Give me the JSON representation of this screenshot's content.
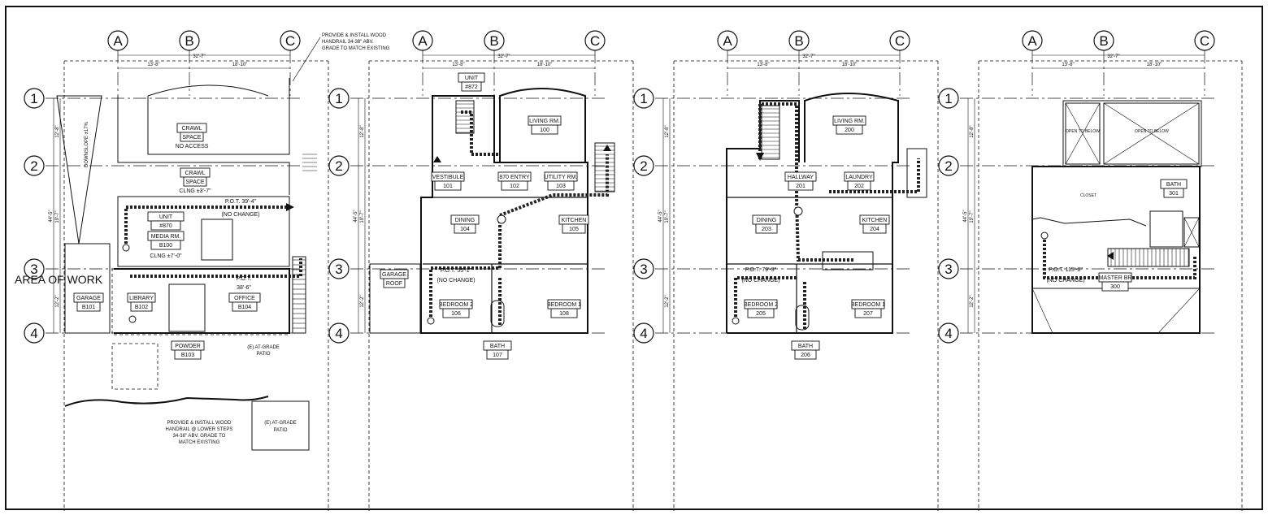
{
  "grid_letters": [
    "A",
    "B",
    "C"
  ],
  "grid_numbers": [
    "1",
    "2",
    "3",
    "4"
  ],
  "dims": {
    "overall_width": "32'-7\"",
    "bay_ab": "13'-8\"",
    "bay_bc": "18'-10\"",
    "overall_depth": "44'-5\"",
    "bay_12": "12'-8\"",
    "bay_23": "19'-7\"",
    "bay_34": "12'-2\""
  },
  "plans": [
    {
      "rooms": [
        {
          "name": "CRAWL",
          "num": "SPACE",
          "extra": "NO ACCESS"
        },
        {
          "name": "CRAWL",
          "num": "SPACE",
          "extra": "CLNG ±3'-7\""
        },
        {
          "name": "UNIT",
          "num": "#870",
          "extra": ""
        },
        {
          "name": "MEDIA RM.",
          "num": "B100",
          "extra": "CLNG ±7'-0\""
        },
        {
          "name": "GARAGE",
          "num": "B101",
          "extra": ""
        },
        {
          "name": "LIBRARY",
          "num": "B102",
          "extra": ""
        },
        {
          "name": "POWDER",
          "num": "B103",
          "extra": ""
        },
        {
          "name": "OFFICE",
          "num": "B104",
          "extra": ""
        }
      ],
      "pot": [
        {
          "line1": "P.O.T. 39'-4\"",
          "line2": "(NO CHANGE)"
        },
        {
          "line1": "P.O.T.",
          "line2": "38'-6\""
        }
      ],
      "notes": {
        "top": [
          "PROVIDE & INSTALL WOOD",
          "HANDRAIL 34-38\" ABV.",
          "GRADE TO MATCH EXISTING"
        ],
        "bottom": [
          "PROVIDE & INSTALL WOOD",
          "HANDRAIL @ LOWER STEPS",
          "34-38\" ABV. GRADE TO",
          "MATCH EXISTING"
        ],
        "patio1": [
          "(E) AT-GRADE",
          "PATIO"
        ],
        "patio2": [
          "(E) AT-GRADE",
          "PATIO"
        ],
        "downslope": "DOWNSLOPE ±17%",
        "area_of_work": "AREA OF WORK"
      }
    },
    {
      "rooms": [
        {
          "name": "UNIT",
          "num": "#872"
        },
        {
          "name": "LIVING RM.",
          "num": "100"
        },
        {
          "name": "VESTIBULE",
          "num": "101"
        },
        {
          "name": "870 ENTRY",
          "num": "102"
        },
        {
          "name": "UTILITY RM.",
          "num": "103"
        },
        {
          "name": "DINING",
          "num": "104"
        },
        {
          "name": "KITCHEN",
          "num": "105"
        },
        {
          "name": "GARAGE",
          "num": "ROOF"
        },
        {
          "name": "BEDROOM 2",
          "num": "106"
        },
        {
          "name": "BEDROOM 1",
          "num": "108"
        },
        {
          "name": "BATH",
          "num": "107"
        }
      ],
      "pot": {
        "line1": "P.O.T. 55'-1\"",
        "line2": "(NO CHANGE)"
      }
    },
    {
      "rooms": [
        {
          "name": "LIVING RM.",
          "num": "200"
        },
        {
          "name": "HALLWAY",
          "num": "201"
        },
        {
          "name": "LAUNDRY",
          "num": "202"
        },
        {
          "name": "DINING",
          "num": "203"
        },
        {
          "name": "KITCHEN",
          "num": "204"
        },
        {
          "name": "BEDROOM 2",
          "num": "205"
        },
        {
          "name": "BEDROOM 1",
          "num": "207"
        },
        {
          "name": "BATH",
          "num": "206"
        }
      ],
      "pot": {
        "line1": "P.O.T. 79'-3\"",
        "line2": "(NO CHANGE)"
      }
    },
    {
      "rooms": [
        {
          "name": "BATH",
          "num": "301"
        },
        {
          "name": "MASTER BR",
          "num": "300"
        }
      ],
      "pot": {
        "line1": "P.O.T. 115'-0\"",
        "line2": "(NO CHANGE)"
      },
      "labels": {
        "open1": "OPEN TO BELOW",
        "open2": "OPEN TO BELOW",
        "closet": "CLOSET"
      }
    }
  ]
}
